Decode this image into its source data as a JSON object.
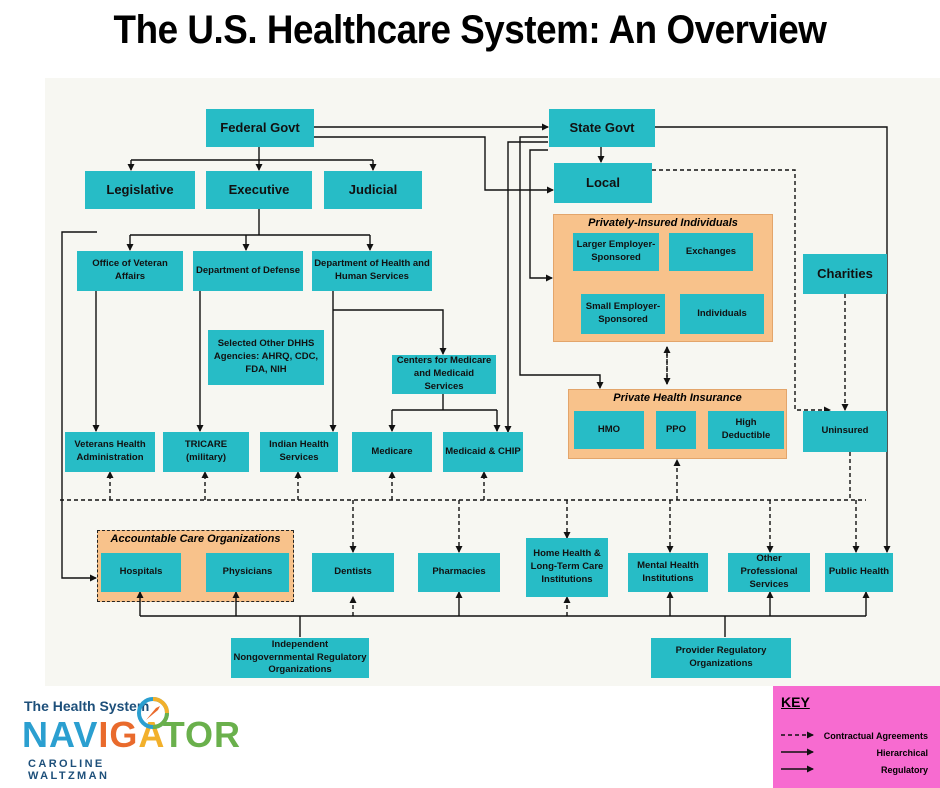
{
  "title": "The U.S. Healthcare System: An Overview",
  "nodes": {
    "federal_govt": "Federal Govt",
    "state_govt": "State Govt",
    "legislative": "Legislative",
    "executive": "Executive",
    "judicial": "Judicial",
    "local": "Local",
    "veteran_affairs": "Office of Veteran Affairs",
    "defense": "Department of Defense",
    "dhhs": "Department of Health and Human Services",
    "dhhs_agencies": "Selected Other DHHS Agencies: AHRQ, CDC, FDA, NIH",
    "cms": "Centers for Medicare and Medicaid Services",
    "vha": "Veterans Health Administration",
    "tricare": "TRICARE (military)",
    "ihs": "Indian Health Services",
    "medicare": "Medicare",
    "medicaid": "Medicaid & CHIP",
    "larger_employer": "Larger Employer-Sponsored",
    "exchanges": "Exchanges",
    "small_employer": "Small Employer-Sponsored",
    "individuals": "Individuals",
    "charities": "Charities",
    "hmo": "HMO",
    "ppo": "PPO",
    "high_deductible": "High Deductible",
    "uninsured": "Uninsured",
    "hospitals": "Hospitals",
    "physicians": "Physicians",
    "dentists": "Dentists",
    "pharmacies": "Pharmacies",
    "home_health": "Home Health & Long-Term Care Institutions",
    "mental_health": "Mental Health Institutions",
    "other_professional": "Other Professional Services",
    "public_health": "Public Health",
    "independent_reg": "Independent Nongovernmental Regulatory Organizations",
    "provider_reg": "Provider Regulatory Organizations"
  },
  "groups": {
    "privately_insured": "Privately-Insured Individuals",
    "private_insurance": "Private Health Insurance",
    "aco": "Accountable Care Organizations"
  },
  "logo": {
    "line1": "The Health System",
    "line2": "NAVIGATOR",
    "line3": "CAROLINE WALTZMAN"
  },
  "key": {
    "title": "KEY",
    "contractual": "Contractual Agreements",
    "hierarchical": "Hierarchical",
    "regulatory": "Regulatory"
  },
  "colors": {
    "node": "#27bcc6",
    "group": "#f8c28b",
    "key_bg": "#f76bd0"
  }
}
